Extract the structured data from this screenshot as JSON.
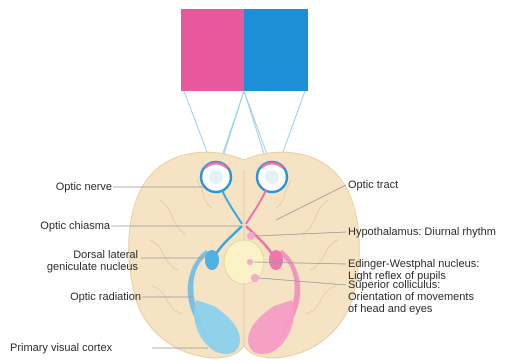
{
  "visual_field": {
    "left_color": "#e8589c",
    "right_color": "#1c8fd6"
  },
  "labels": {
    "optic_nerve": "Optic nerve",
    "optic_chiasma": "Optic chiasma",
    "dorsal_lateral_geniculate": "Dorsal lateral\ngeniculate nucleus",
    "optic_radiation": "Optic radiation",
    "primary_visual_cortex": "Primary visual cortex",
    "optic_tract": "Optic tract",
    "hypothalamus": "Hypothalamus: Diurnal rhythm",
    "edinger_westphal": "Edinger-Westphal nucleus:\nLight reflex of pupils",
    "superior_colliculus": "Superior colliculus:\nOrientation of movements\nof head and eyes"
  },
  "colors": {
    "brain": "#f5e3c4",
    "pink_pathway": "#ef6fa8",
    "blue_pathway": "#3aa6dc",
    "leader_line": "#9a9a9a"
  }
}
